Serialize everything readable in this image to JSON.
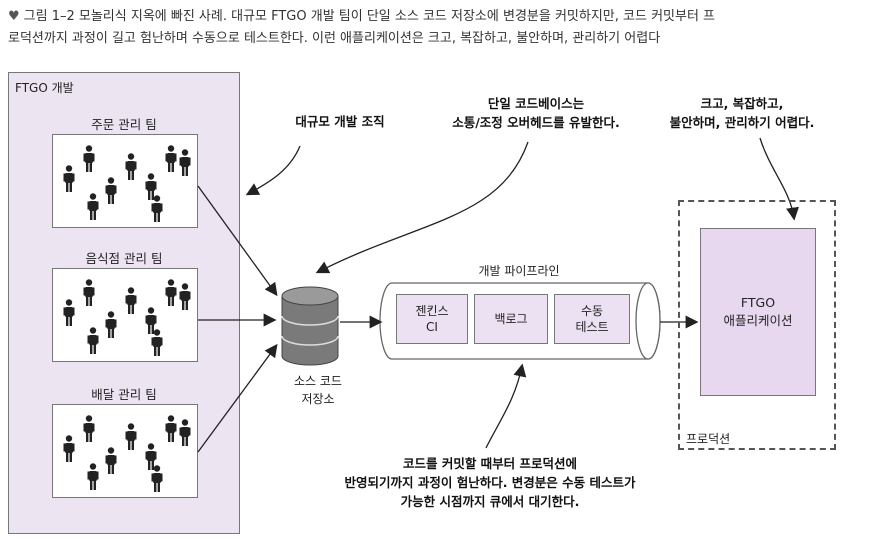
{
  "caption": {
    "line1": "그림 1–2 모놀리식 지옥에 빠진 사례. 대규모 FTGO 개발 팀이 단일 소스 코드 저장소에 변경분을 커밋하지만, 코드 커밋부터 프",
    "line2": "로덕션까지 과정이 길고 험난하며 수동으로 테스트한다. 이런 애플리케이션은 크고, 복잡하고, 불안하며, 관리하기 어렵다"
  },
  "ftgo_dev": {
    "title": "FTGO 개발",
    "teams": [
      "주문 관리 팀",
      "음식점 관리 팀",
      "배달 관리 팀"
    ]
  },
  "notes": {
    "large_org": "대규모 개발 조직",
    "single_codebase_1": "단일 코드베이스는",
    "single_codebase_2": "소통/조정 오버헤드를 유발한다.",
    "app_props_1": "크고, 복잡하고,",
    "app_props_2": "불안하며, 관리하기 어렵다.",
    "bottom_1": "코드를 커밋할 때부터 프로덕션에",
    "bottom_2": "반영되기까지 과정이 험난하다. 변경분은 수동 테스트가",
    "bottom_3": "가능한 시점까지 큐에서 대기한다."
  },
  "repo": {
    "line1": "소스 코드",
    "line2": "저장소"
  },
  "pipeline": {
    "label": "개발 파이프라인",
    "stages": [
      {
        "line1": "젠킨스",
        "line2": "CI"
      },
      {
        "line1": "백로그",
        "line2": ""
      },
      {
        "line1": "수동",
        "line2": "테스트"
      }
    ]
  },
  "production": {
    "label": "프로덕션",
    "app_line1": "FTGO",
    "app_line2": "애플리케이션"
  },
  "colors": {
    "panel": "#ede4f2",
    "stage": "#ece0f3",
    "app": "#e8d8ef",
    "outline": "#777777"
  }
}
